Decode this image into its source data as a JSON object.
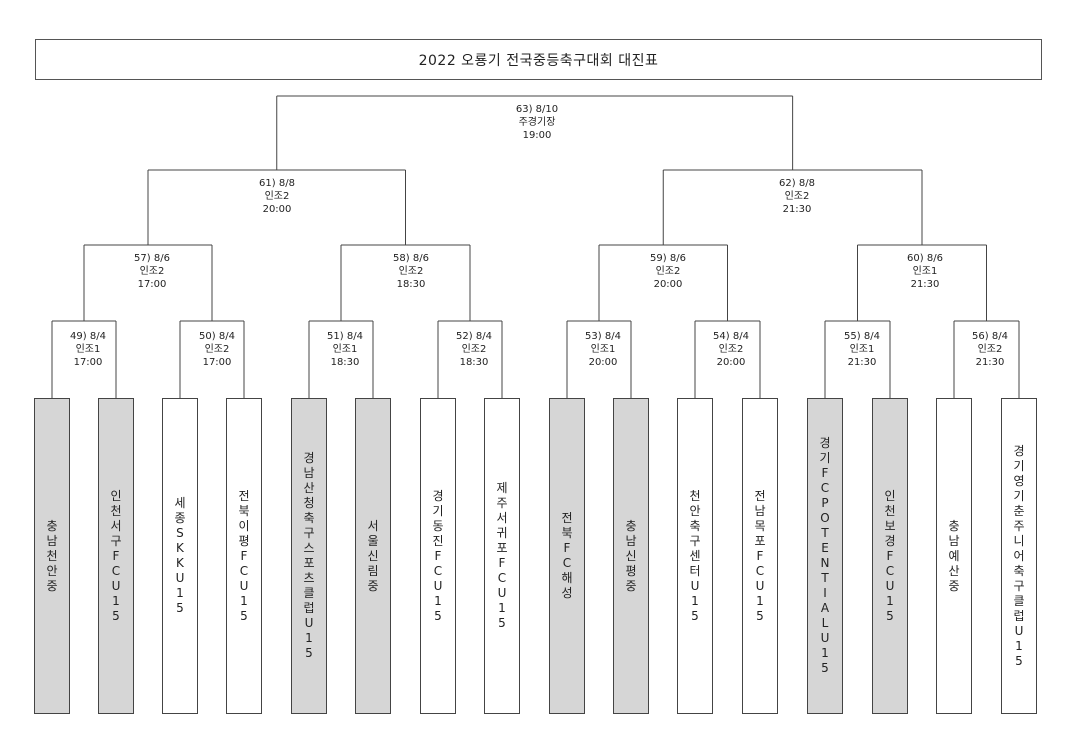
{
  "title": "2022 오룡기 전국중등축구대회 대진표",
  "final": {
    "line1": "63) 8/10",
    "line2": "주경기장",
    "line3": "19:00"
  },
  "semifinals": [
    {
      "line1": "61) 8/8",
      "line2": "인조2",
      "line3": "20:00"
    },
    {
      "line1": "62) 8/8",
      "line2": "인조2",
      "line3": "21:30"
    }
  ],
  "quarterfinals": [
    {
      "line1": "57) 8/6",
      "line2": "인조2",
      "line3": "17:00"
    },
    {
      "line1": "58) 8/6",
      "line2": "인조2",
      "line3": "18:30"
    },
    {
      "line1": "59) 8/6",
      "line2": "인조2",
      "line3": "20:00"
    },
    {
      "line1": "60) 8/6",
      "line2": "인조1",
      "line3": "21:30"
    }
  ],
  "round16": [
    {
      "line1": "49) 8/4",
      "line2": "인조1",
      "line3": "17:00"
    },
    {
      "line1": "50) 8/4",
      "line2": "인조2",
      "line3": "17:00"
    },
    {
      "line1": "51) 8/4",
      "line2": "인조1",
      "line3": "18:30"
    },
    {
      "line1": "52) 8/4",
      "line2": "인조2",
      "line3": "18:30"
    },
    {
      "line1": "53) 8/4",
      "line2": "인조1",
      "line3": "20:00"
    },
    {
      "line1": "54) 8/4",
      "line2": "인조2",
      "line3": "20:00"
    },
    {
      "line1": "55) 8/4",
      "line2": "인조1",
      "line3": "21:30"
    },
    {
      "line1": "56) 8/4",
      "line2": "인조2",
      "line3": "21:30"
    }
  ],
  "teams": [
    {
      "name": "충남천안중",
      "shaded": true
    },
    {
      "name": "인천서구FCU15",
      "shaded": true
    },
    {
      "name": "세종SKKU15",
      "shaded": false
    },
    {
      "name": "전북이평FCU15",
      "shaded": false
    },
    {
      "name": "경남산청축구스포츠클럽U15",
      "shaded": true
    },
    {
      "name": "서울신림중",
      "shaded": true
    },
    {
      "name": "경기동진FCU15",
      "shaded": false
    },
    {
      "name": "제주서귀포FCU15",
      "shaded": false
    },
    {
      "name": "전북FC해성",
      "shaded": true
    },
    {
      "name": "충남신평중",
      "shaded": true
    },
    {
      "name": "천안축구센터U15",
      "shaded": false
    },
    {
      "name": "전남목포FCU15",
      "shaded": false
    },
    {
      "name": "경기FCPOTENTIALU15",
      "shaded": true
    },
    {
      "name": "인천보경FCU15",
      "shaded": true
    },
    {
      "name": "충남예산중",
      "shaded": false
    },
    {
      "name": "경기영기춘주니어축구클럽U15",
      "shaded": false
    }
  ],
  "colors": {
    "shaded_box": "#d6d6d6",
    "line": "#444444"
  }
}
